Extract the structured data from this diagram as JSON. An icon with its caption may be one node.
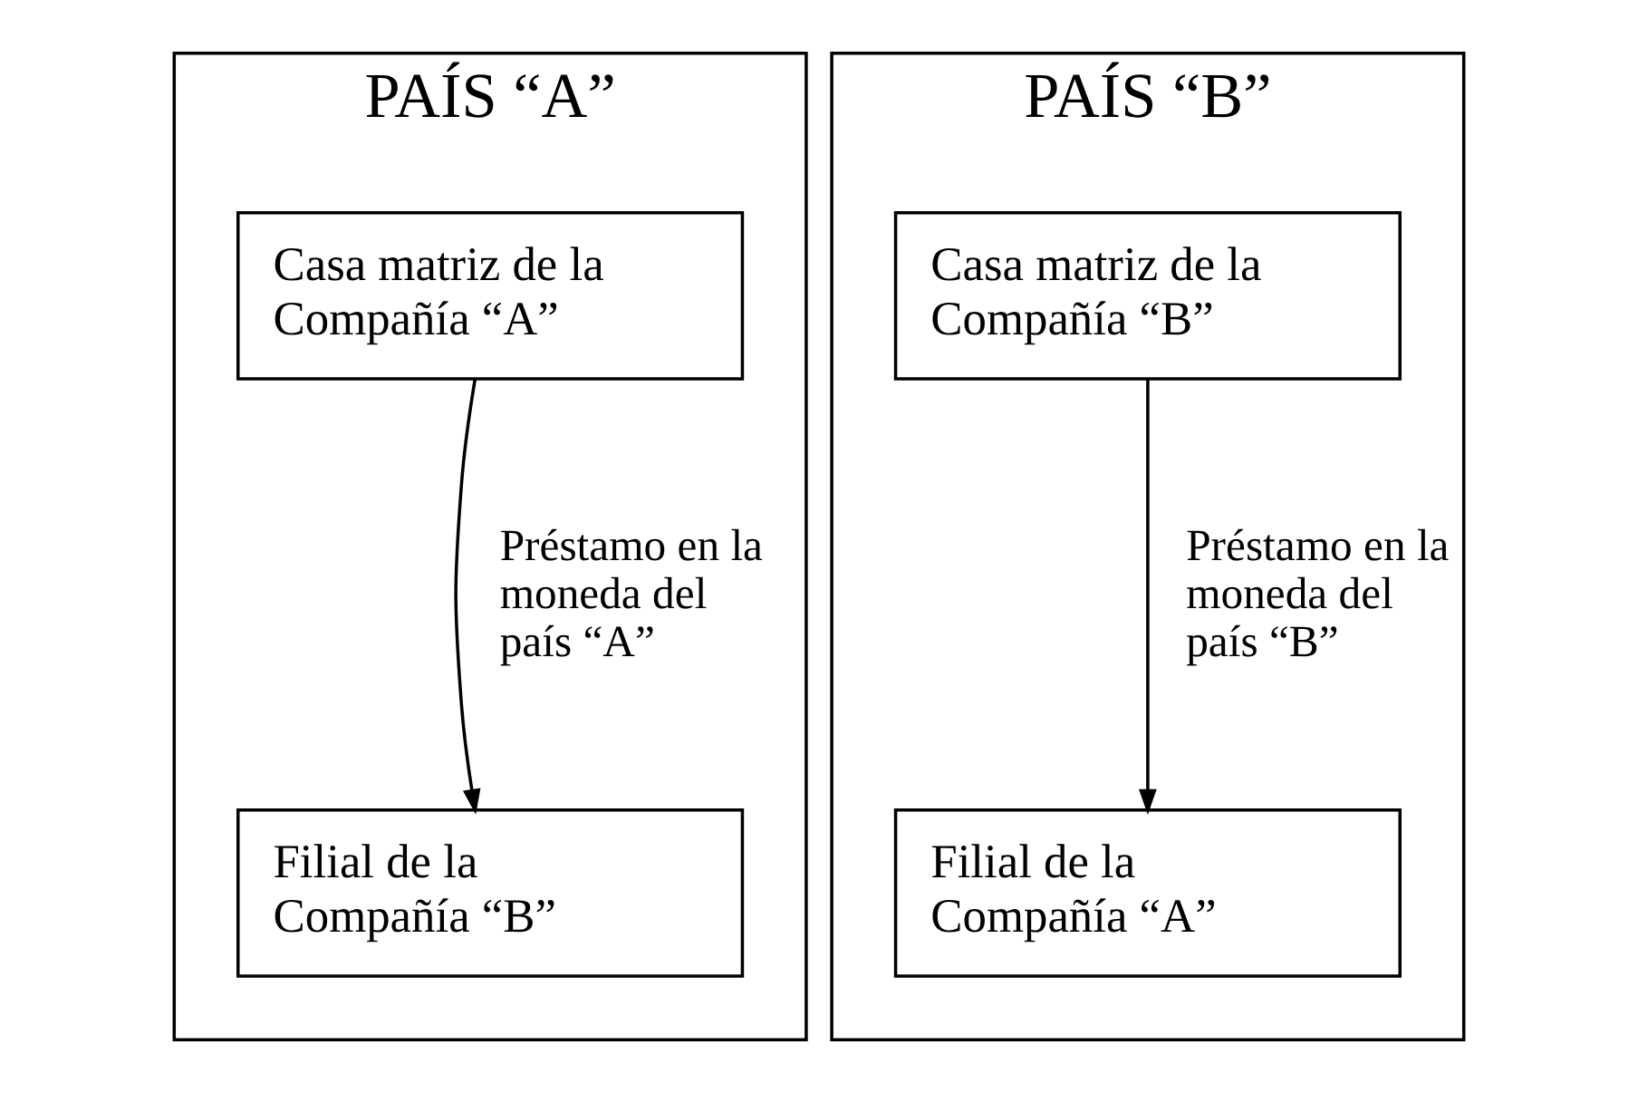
{
  "diagram": {
    "nodes": [
      {
        "text": [
          "PAÍS “A”"
        ]
      },
      {
        "text": [
          "Casa matriz de la Compañía “A”"
        ],
        "in": 0
      },
      {
        "text": [
          "Filial de la Compañía “B”"
        ],
        "in": 0
      },
      {
        "text": [
          "PAÍS “B”"
        ]
      },
      {
        "text": [
          "Casa matriz de la Compañía “B”"
        ],
        "in": 3
      },
      {
        "text": [
          "Filial de la Compañía “A”"
        ],
        "in": 3
      }
    ],
    "edges": [
      {
        "from": 1,
        "to": 2,
        "arrow": "to",
        "label": "Préstamo en la moneda del país “A”"
      },
      {
        "from": 4,
        "to": 5,
        "arrow": "to",
        "label": "Préstamo en la moneda del país “B”"
      }
    ]
  }
}
